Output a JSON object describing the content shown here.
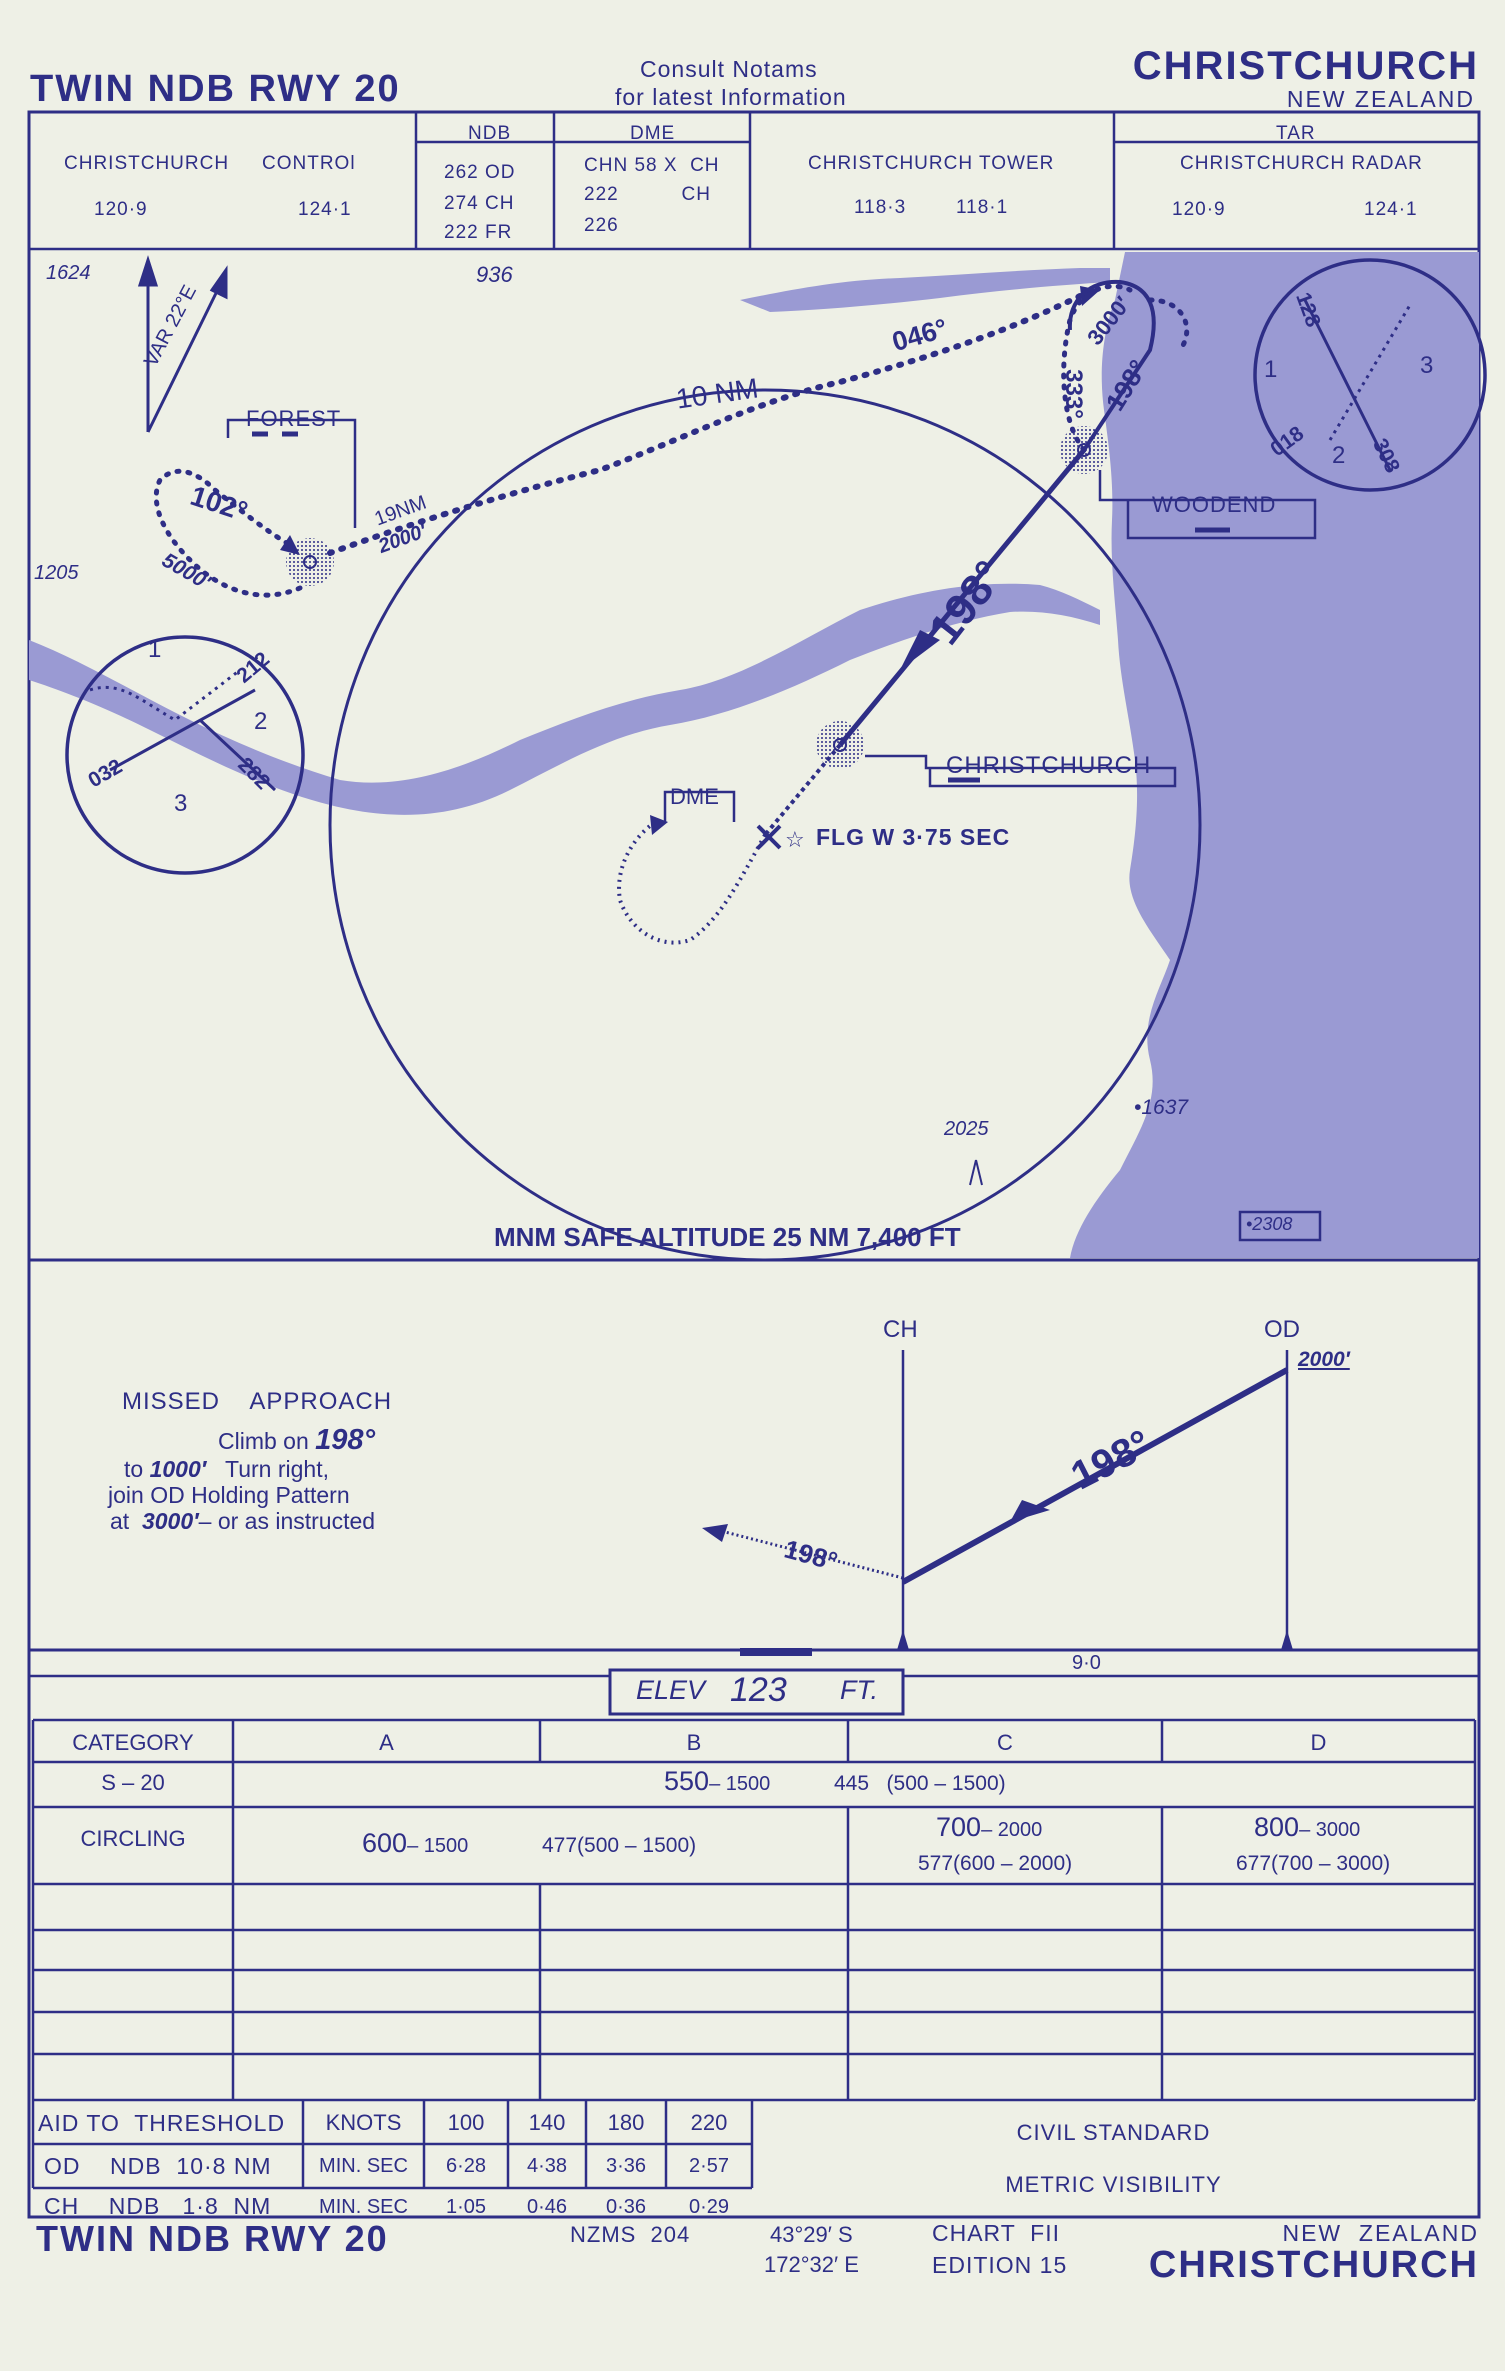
{
  "header": {
    "title": "TWIN  NDB  RWY 20",
    "consult": "Consult  Notams",
    "latest": "for latest  Information",
    "city": "CHRISTCHURCH",
    "country": "NEW ZEALAND"
  },
  "freqs": {
    "control_a": "CHRISTCHURCH",
    "control_b": "CONTROl",
    "control_f1": "120·9",
    "control_f2": "124·1",
    "ndb_title": "NDB",
    "ndb_l1": "262   OD",
    "ndb_l2": "274   CH",
    "ndb_l3": "222   FR",
    "dme_title": "DME",
    "dme_l1": "CHN 58 X  CH",
    "dme_l2": "222          CH",
    "dme_l3": "226",
    "tower": "CHRISTCHURCH TOWER",
    "tower_f1": "118·3",
    "tower_f2": "118·1",
    "tar": "TAR",
    "radar": "CHRISTCHURCH RADAR",
    "radar_f1": "120·9",
    "radar_f2": "124·1"
  },
  "plan": {
    "elev_1624": "1624",
    "elev_936": "936",
    "elev_1205": "1205",
    "elev_1637": "•1637",
    "elev_2025": "2025",
    "elev_2308": "•2308",
    "var": "VAR 22°E",
    "forest": "FOREST",
    "hold_102": "102°",
    "hold_5000": "5000′",
    "nm19": "19NM",
    "alt2000": "2000′",
    "ring": "10 NM",
    "trk046": "046°",
    "hold_3000": "3000′",
    "hold_333": "333°",
    "hold_198": "198°",
    "woodend": "WOODEND",
    "final_198": "198°",
    "christchurch": "CHRISTCHURCH",
    "dme_label": "DME",
    "flg": "FLG  W 3·75  SEC",
    "msa": "MNM SAFE ALTITUDE 25 NM 7,400  FT",
    "circle_left": {
      "a": "1",
      "b": "2",
      "c": "3",
      "d": "212",
      "e": "282",
      "f": "032"
    },
    "circle_right": {
      "a": "1",
      "b": "2",
      "c": "3",
      "d": "128",
      "e": "308",
      "f": "018"
    }
  },
  "profile": {
    "ch": "CH",
    "od": "OD",
    "alt": "2000′",
    "trk": "198°",
    "missed_trk": "198°",
    "dist": "9·0",
    "elev_label": "ELEV",
    "elev_val": "123",
    "elev_unit": "FT.",
    "missed": {
      "title": "MISSED    APPROACH",
      "l1_a": "Climb on ",
      "l1_b": "198°",
      "l2_a": "1000′",
      "l2_pre": "to ",
      "l2_post": "   Turn right,",
      "l3": "join OD Holding Pattern",
      "l4_pre": "at  ",
      "l4_b": "3000′",
      "l4_post": "– or as instructed"
    }
  },
  "minima": {
    "category": "CATEGORY",
    "cats": [
      "A",
      "B",
      "C",
      "D"
    ],
    "s20_label": "S – 20",
    "s20_main": "550",
    "s20_main2": "– 1500",
    "s20_haa": "445   (500 – 1500)",
    "circ_label": "CIRCLING",
    "circ_ab": "600",
    "circ_ab2": "– 1500",
    "circ_ab_haa": "477(500 – 1500)",
    "circ_c": "700",
    "circ_c2": "– 2000",
    "circ_c_haa": "577(600 – 2000)",
    "circ_d": "800",
    "circ_d2": "– 3000",
    "circ_d_haa": "677(700 – 3000)"
  },
  "timing": {
    "h0": "AID TO  THRESHOLD",
    "h1": "KNOTS",
    "h2": "100",
    "h3": "140",
    "h4": "180",
    "h5": "220",
    "r1": [
      "OD    NDB  10·8 NM",
      "MIN. SEC",
      "6·28",
      "4·38",
      "3·36",
      "2·57"
    ],
    "r2": [
      "CH    NDB   1·8  NM",
      "MIN. SEC",
      "1·05",
      "0·46",
      "0·36",
      "0·29"
    ],
    "civil": "CIVIL STANDARD",
    "metric": "METRIC VISIBILITY"
  },
  "footer": {
    "title": "TWIN  NDB  RWY 20",
    "nzms": "NZMS  204",
    "lat": "43°29′ S",
    "lon": "172°32′ E",
    "chart": "CHART  FII",
    "edition": "EDITION 15",
    "country": "NEW  ZEALAND",
    "city": "CHRISTCHURCH"
  }
}
